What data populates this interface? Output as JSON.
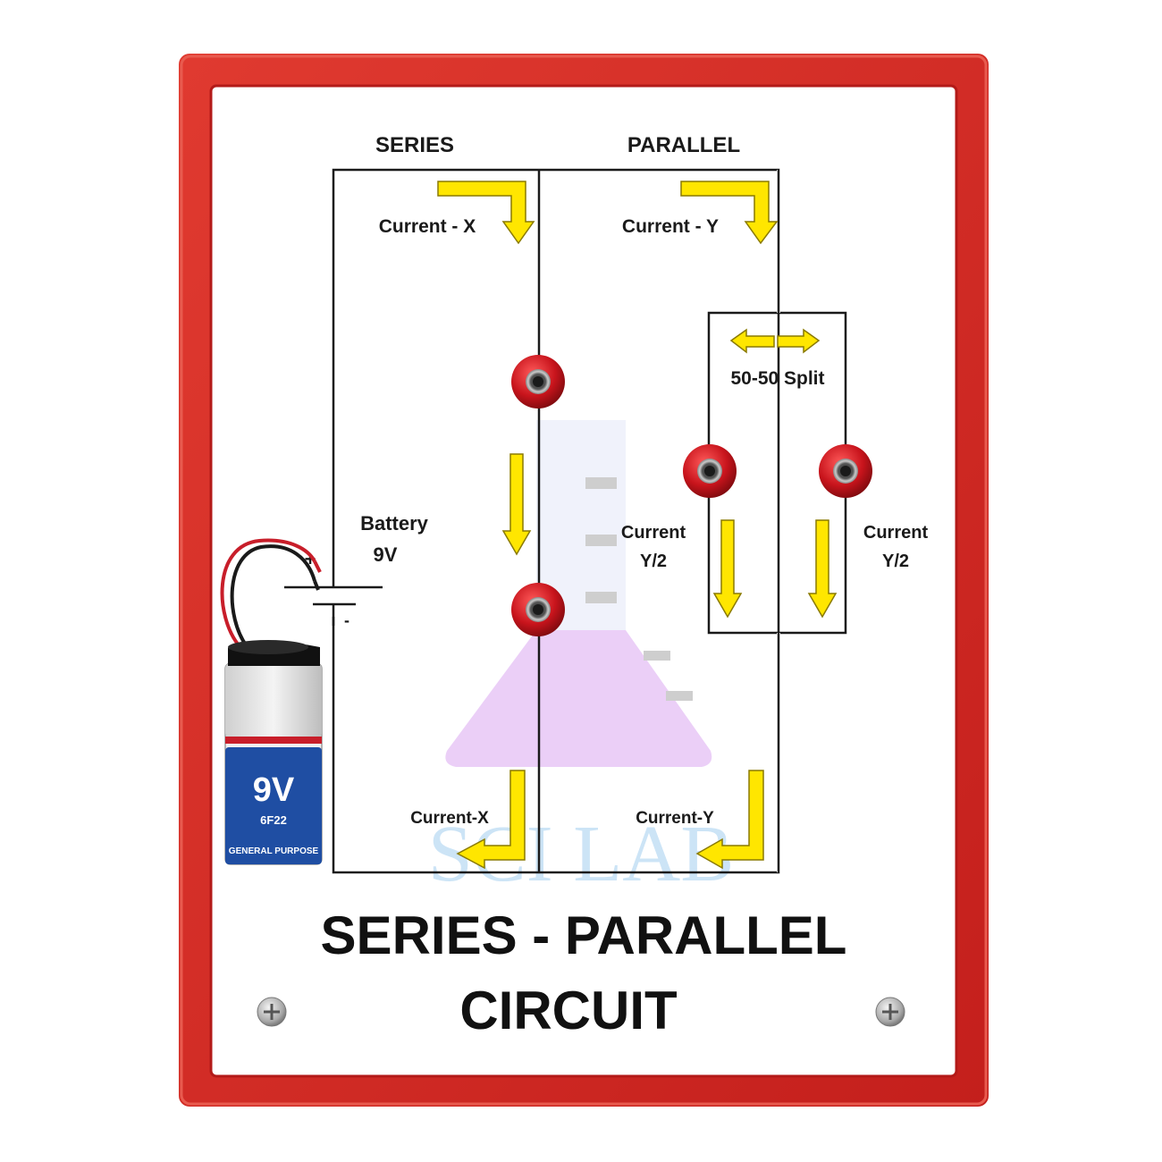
{
  "board": {
    "heading_series": "SERIES",
    "heading_parallel": "PARALLEL",
    "title_line1": "SERIES - PARALLEL",
    "title_line2": "CIRCUIT"
  },
  "labels": {
    "current_x_top": "Current - X",
    "current_y_top": "Current - Y",
    "split": "50-50 Split",
    "battery_line1": "Battery",
    "battery_line2": "9V",
    "plus_sign": "+",
    "minus_sign": "-",
    "current_y2_left_line1": "Current",
    "current_y2_left_line2": "Y/2",
    "current_y2_right_line1": "Current",
    "current_y2_right_line2": "Y/2",
    "current_x_bottom": "Current-X",
    "current_y_bottom": "Current-Y"
  },
  "battery": {
    "voltage": "9V",
    "model": "6F22",
    "type": "GENERAL PURPOSE"
  },
  "watermark": {
    "text": "SCI LAB"
  },
  "colors": {
    "frame": "#d42a24",
    "panel": "#ffffff",
    "wire": "#1a1a1a",
    "arrow_fill": "#ffe600",
    "arrow_stroke": "#8a7a00",
    "socket": "#c8141c",
    "battery_blue": "#1f4ea3",
    "battery_red": "#c81e2a",
    "watermark_purple": "#e2b8f4",
    "watermark_blue": "#bcdcf4"
  }
}
